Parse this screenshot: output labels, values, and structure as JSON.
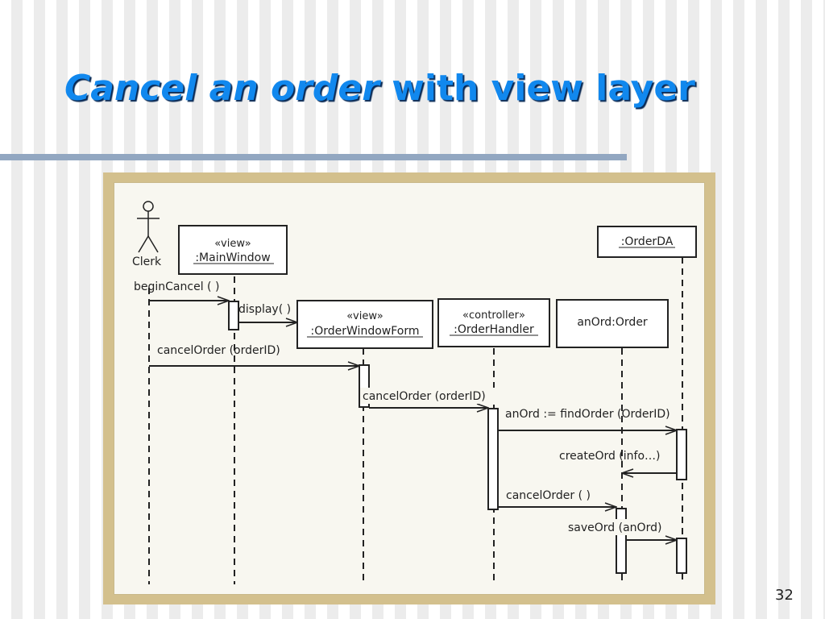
{
  "slide": {
    "title_italic": "Cancel an order",
    "title_rest": " with view layer",
    "page_number": "32"
  },
  "diagram": {
    "actor": {
      "label": "Clerk"
    },
    "lifelines": {
      "main_window": {
        "stereotype": "«view»",
        "name": ":MainWindow"
      },
      "order_window_form": {
        "stereotype": "«view»",
        "name": ":OrderWindowForm"
      },
      "order_handler": {
        "stereotype": "«controller»",
        "name": ":OrderHandler"
      },
      "an_ord": {
        "name": "anOrd:Order"
      },
      "order_da": {
        "name": ":OrderDA"
      }
    },
    "messages": {
      "begin_cancel": "beginCancel ( )",
      "display": "display( )",
      "cancel_order_1": "cancelOrder (orderID)",
      "cancel_order_2": "cancelOrder (orderID)",
      "find_order": "anOrd := findOrder (OrderID)",
      "create_ord": "createOrd (info…)",
      "cancel_order_3": "cancelOrder ( )",
      "save_ord": "saveOrd (anOrd)"
    }
  }
}
